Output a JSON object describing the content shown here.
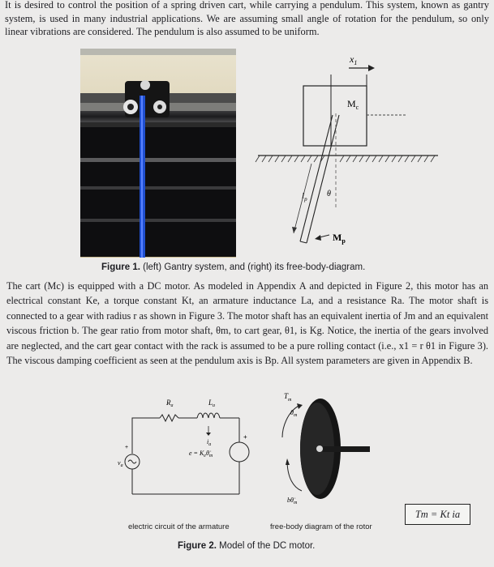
{
  "intro_paragraph": "It is desired to control the position of a spring driven cart, while carrying a pendulum. This system, known as gantry system, is used in many industrial applications. We are assuming small angle of rotation for the pendulum, so only linear vibrations are considered. The pendulum is also assumed to be uniform.",
  "figure1": {
    "caption_label": "Figure 1.",
    "caption_text": " (left) Gantry system, and (right) its free-body-diagram.",
    "fbd": {
      "x1": "x",
      "x1_sub": "1",
      "mc": "M",
      "mc_sub": "c",
      "mp": "M",
      "mp_sub": "p",
      "lp": "l",
      "lp_sub": "p",
      "theta": "θ"
    }
  },
  "body_paragraph": "The cart (Mc) is equipped with a DC motor. As modeled in Appendix A and depicted in Figure 2, this motor has an electrical constant Ke, a torque constant Kt, an armature inductance La, and a resistance Ra. The motor shaft is connected to a gear with radius r as shown in Figure 3. The motor shaft has an equivalent inertia of Jm and an equivalent viscous friction b. The gear ratio from motor shaft, θm, to cart gear, θ1, is Kg. Notice, the inertia of the gears involved are neglected, and the cart gear contact with the rack is assumed to be a pure rolling contact (i.e., x1 = r θ1 in Figure 3). The viscous damping coefficient as seen at the pendulum axis is Bp. All system parameters are given in Appendix B.",
  "figure2": {
    "circuit_labels": {
      "ra": "R",
      "ra_sub": "a",
      "la": "L",
      "la_sub": "a",
      "va": "v",
      "va_sub": "a",
      "ia": "i",
      "ia_sub": "a",
      "emf": "e = K",
      "emf_sub": "e",
      "emf_tail": "θ̇",
      "emf_tail_sub": "m",
      "plus": "+",
      "minus": "−"
    },
    "rotor_labels": {
      "tm": "T",
      "tm_sub": "m",
      "theta_m": "θ",
      "theta_m_sub": "m",
      "b_theta": "bθ̇",
      "b_theta_sub": "m"
    },
    "circuit_caption": "electric circuit of the armature",
    "rotor_caption": "free-body diagram of the rotor",
    "caption_label": "Figure 2.",
    "caption_text": " Model of the DC motor.",
    "torque_equation": "Tm = Kt ia"
  }
}
